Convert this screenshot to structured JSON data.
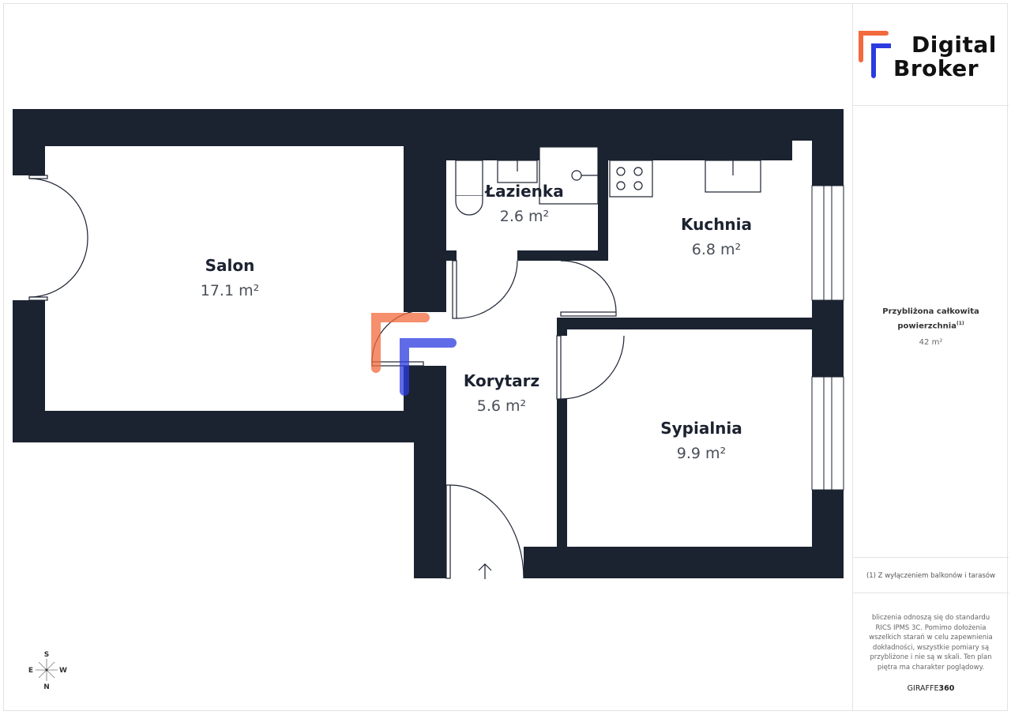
{
  "brand": {
    "line1": "Digital",
    "line2": "Broker",
    "colors": {
      "orange": "#f26a3d",
      "blue": "#2b3be0"
    }
  },
  "rooms": [
    {
      "name": "Salon",
      "area": "17.1 m²"
    },
    {
      "name": "Łazienka",
      "area": "2.6 m²"
    },
    {
      "name": "Kuchnia",
      "area": "6.8 m²"
    },
    {
      "name": "Korytarz",
      "area": "5.6 m²"
    },
    {
      "name": "Sypialnia",
      "area": "9.9 m²"
    }
  ],
  "compass": {
    "top": "S",
    "left": "E",
    "right": "W",
    "bottom": "N"
  },
  "summary": {
    "title_line1": "Przybliżona całkowita",
    "title_line2": "powierzchnia",
    "footnote_mark": "(1)",
    "value": "42 m²"
  },
  "footnote": "(1) Z wyłączeniem balkonów i tarasów",
  "disclaimer": "bliczenia odnoszą się do standardu RICS IPMS 3C. Pomimo dołożenia wszelkich starań w celu zapewnienia dokładności, wszystkie pomiary są przybliżone i nie są w skali. Ten plan piętra ma charakter poglądowy.",
  "credit": {
    "prefix": "GIRAFFE",
    "suffix": "360"
  },
  "colors": {
    "wall": "#1b2230"
  }
}
